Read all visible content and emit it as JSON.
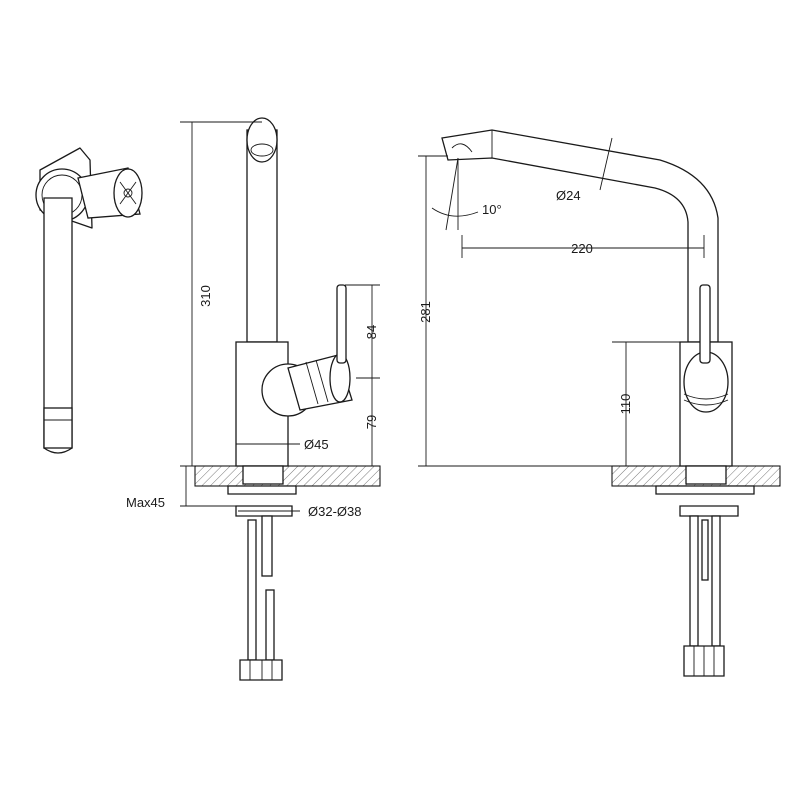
{
  "dimensions": {
    "total_height": "310",
    "lever_height": "84",
    "body_height": "79",
    "body_diameter": "Ø45",
    "max_deck_thickness": "Max45",
    "hole_diameter": "Ø32-Ø38",
    "spout_angle": "10°",
    "spout_diameter": "Ø24",
    "spout_reach": "220",
    "spout_outlet_height": "281",
    "right_body_height": "110"
  }
}
